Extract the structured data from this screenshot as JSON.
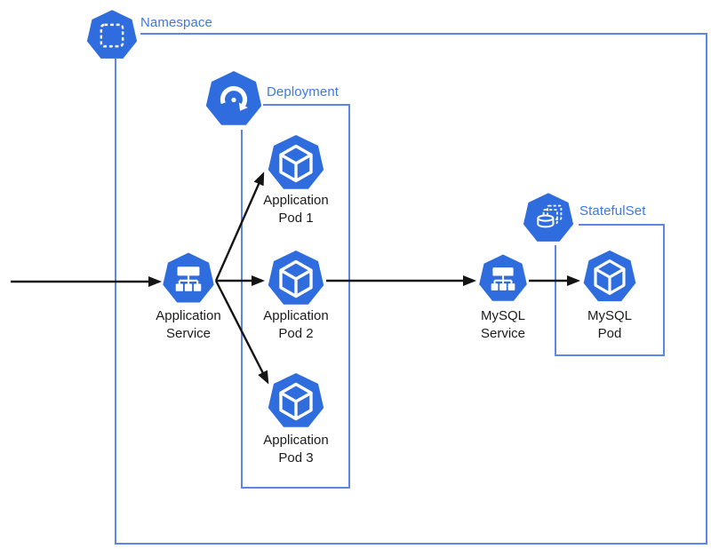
{
  "diagram_type": "kubernetes-architecture",
  "colors": {
    "icon_blue": "#2f6cdd",
    "box_border_blue": "#5c87e8",
    "group_label_blue": "#3c79e6",
    "node_label_dark": "#1b1b1b",
    "arrow_black": "#141414",
    "glyph_white": "#ffffff",
    "background": "#ffffff"
  },
  "groups": {
    "namespace": {
      "label": "Namespace",
      "icon": "namespace-icon"
    },
    "deployment": {
      "label": "Deployment",
      "icon": "deployment-icon"
    },
    "statefulset": {
      "label": "StatefulSet",
      "icon": "statefulset-icon"
    }
  },
  "nodes": {
    "app_service": {
      "line1": "Application",
      "line2": "Service",
      "icon": "service-icon"
    },
    "app_pod_1": {
      "line1": "Application",
      "line2": "Pod 1",
      "icon": "pod-icon"
    },
    "app_pod_2": {
      "line1": "Application",
      "line2": "Pod 2",
      "icon": "pod-icon"
    },
    "app_pod_3": {
      "line1": "Application",
      "line2": "Pod 3",
      "icon": "pod-icon"
    },
    "mysql_service": {
      "line1": "MySQL",
      "line2": "Service",
      "icon": "service-icon"
    },
    "mysql_pod": {
      "line1": "MySQL",
      "line2": "Pod",
      "icon": "pod-icon"
    }
  },
  "edges": [
    {
      "from": "external",
      "to": "app_service"
    },
    {
      "from": "app_service",
      "to": "app_pod_1"
    },
    {
      "from": "app_service",
      "to": "app_pod_2"
    },
    {
      "from": "app_service",
      "to": "app_pod_3"
    },
    {
      "from": "app_pod_2",
      "to": "mysql_service"
    },
    {
      "from": "mysql_service",
      "to": "mysql_pod"
    }
  ]
}
